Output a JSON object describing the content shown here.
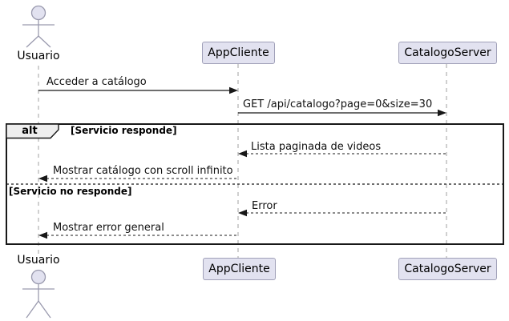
{
  "diagram_type": "uml-sequence",
  "actor": {
    "name": "Usuario"
  },
  "participants": [
    {
      "name": "AppCliente"
    },
    {
      "name": "CatalogoServer"
    }
  ],
  "fragment": {
    "operator": "alt",
    "guard_primary": "[Servicio responde]",
    "guard_secondary": "[Servicio no responde]"
  },
  "messages": [
    {
      "text": "Acceder a catálogo",
      "from": "Usuario",
      "to": "AppCliente",
      "line": "solid"
    },
    {
      "text": "GET /api/catalogo?page=0&size=30",
      "from": "AppCliente",
      "to": "CatalogoServer",
      "line": "solid"
    },
    {
      "text": "Lista paginada de videos",
      "from": "CatalogoServer",
      "to": "AppCliente",
      "line": "dashed"
    },
    {
      "text": "Mostrar catálogo con scroll infinito",
      "from": "AppCliente",
      "to": "Usuario",
      "line": "dashed"
    },
    {
      "text": "Error",
      "from": "CatalogoServer",
      "to": "AppCliente",
      "line": "dashed"
    },
    {
      "text": "Mostrar error general",
      "from": "AppCliente",
      "to": "Usuario",
      "line": "dashed"
    }
  ],
  "colors": {
    "background": "#FFFFFF",
    "participant_fill": "#E2E2F0",
    "participant_border": "#A0A0B8",
    "lifeline": "#A0A0A0",
    "message_line": "#181818",
    "frame_border": "#181818",
    "fragment_header_fill": "#EEEEEE"
  }
}
